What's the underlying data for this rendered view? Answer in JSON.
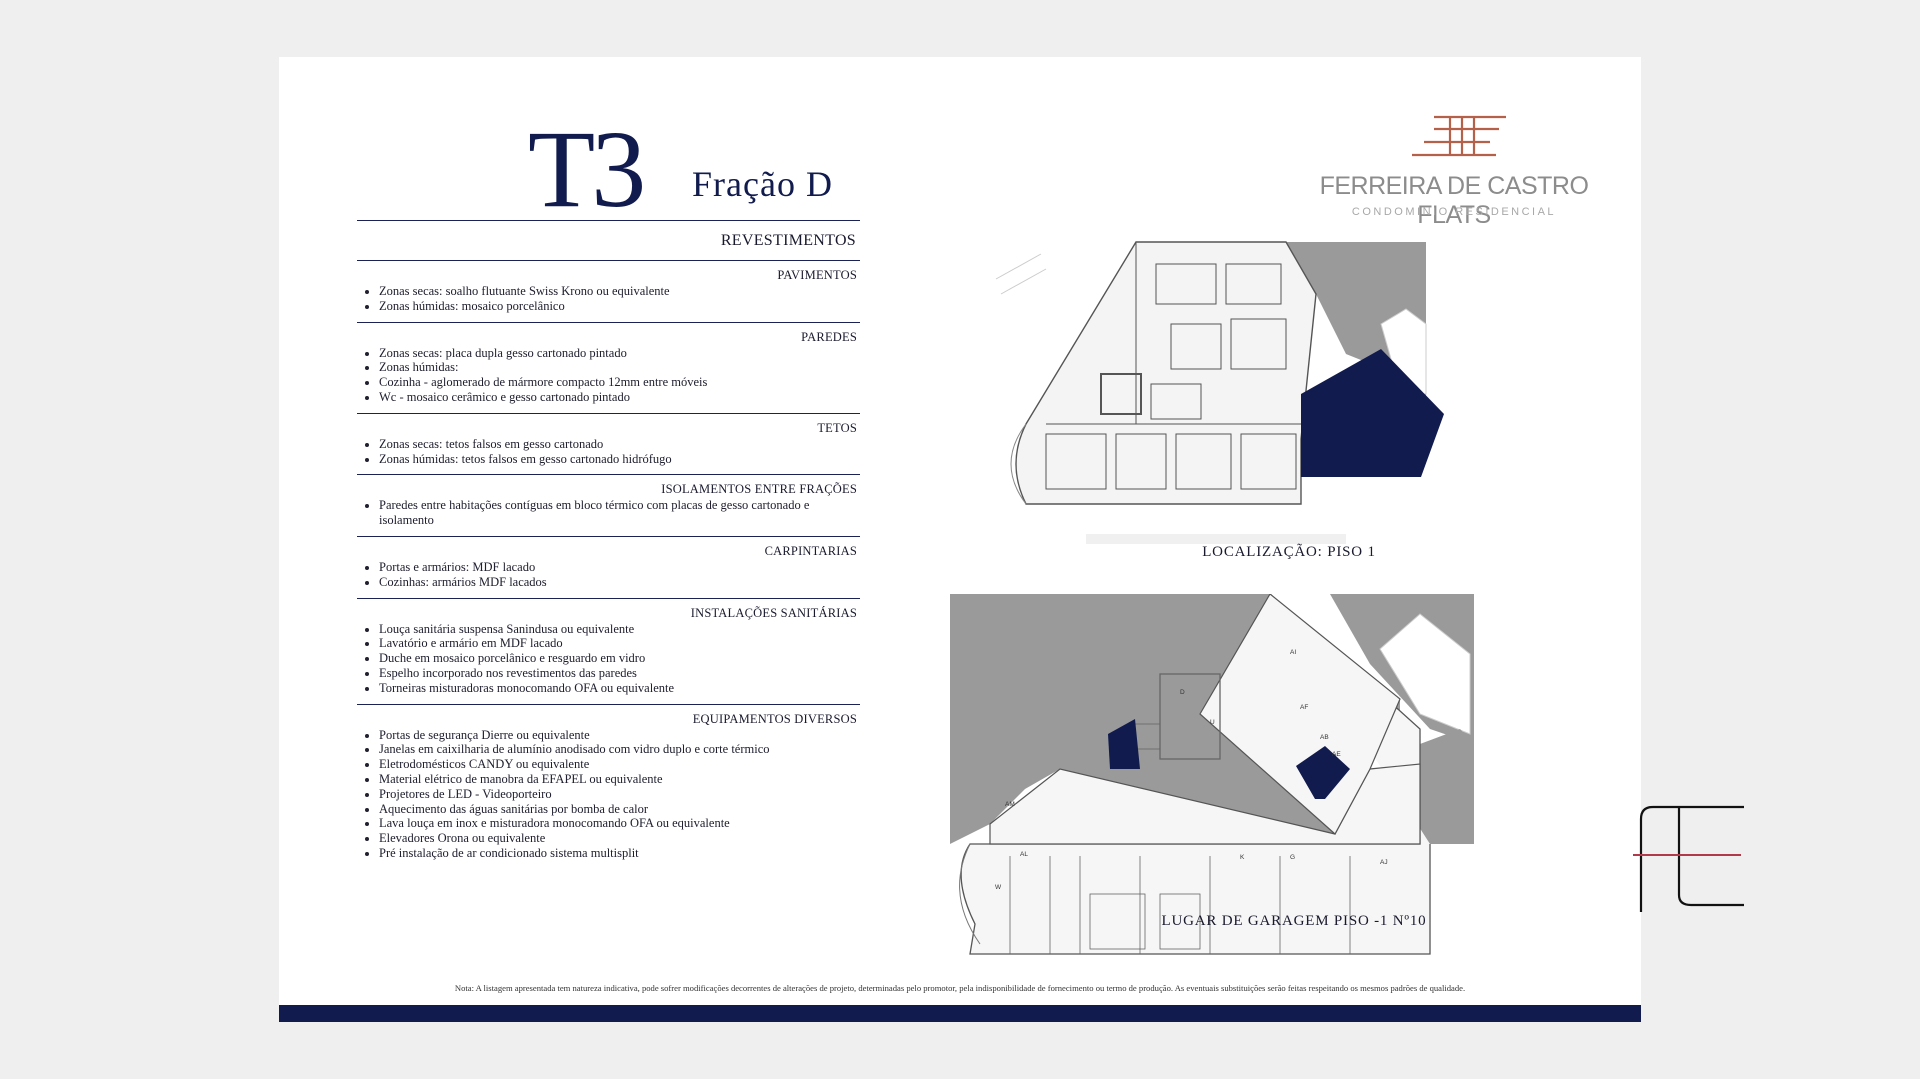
{
  "header": {
    "type_label": "T3",
    "fraction_label": "Fração D"
  },
  "brand": {
    "name": "FERREIRA DE CASTRO FLATS",
    "subtitle": "CONDOMINIO RESIDENCIAL"
  },
  "specs": {
    "title": "REVESTIMENTOS",
    "sections": [
      {
        "title": "PAVIMENTOS",
        "items": [
          "Zonas secas: soalho flutuante Swiss Krono ou equivalente",
          "Zonas húmidas: mosaico porcelânico"
        ]
      },
      {
        "title": "PAREDES",
        "items": [
          "Zonas secas: placa dupla gesso cartonado pintado",
          "Zonas húmidas:",
          "Cozinha - aglomerado de mármore compacto 12mm entre móveis",
          "Wc - mosaico cerâmico e gesso cartonado pintado"
        ]
      },
      {
        "title": "TETOS",
        "items": [
          "Zonas secas: tetos falsos em gesso cartonado",
          "Zonas húmidas: tetos falsos em gesso cartonado hidrófugo"
        ]
      },
      {
        "title": "ISOLAMENTOS ENTRE FRAÇÕES",
        "items": [
          "Paredes entre habitações contíguas em bloco térmico com placas de gesso cartonado e isolamento"
        ]
      },
      {
        "title": "CARPINTARIAS",
        "items": [
          "Portas e armários: MDF lacado",
          "Cozinhas: armários MDF lacados"
        ]
      },
      {
        "title": "INSTALAÇÕES SANITÁRIAS",
        "items": [
          "Louça sanitária suspensa Sanindusa ou equivalente",
          "Lavatório e armário em MDF lacado",
          "Duche em mosaico porcelânico e resguardo em vidro",
          "Espelho incorporado nos revestimentos das paredes",
          "Torneiras misturadoras monocomando OFA ou equivalente"
        ]
      },
      {
        "title": "EQUIPAMENTOS DIVERSOS",
        "items": [
          "Portas de segurança Dierre ou equivalente",
          "Janelas em caixilharia de alumínio anodisado com vidro duplo e corte térmico",
          "Eletrodomésticos CANDY ou equivalente",
          "Material elétrico de manobra da EFAPEL ou equivalente",
          "Projetores de LED - Videoporteiro",
          "Aquecimento das águas sanitárias por bomba de calor",
          "Lava louça em inox e misturadora monocomando OFA ou equivalente",
          "Elevadores Orona ou equivalente",
          "Pré instalação de ar condicionado sistema multisplit"
        ]
      }
    ]
  },
  "plans": {
    "location_caption": "LOCALIZAÇÃO: PISO 1",
    "garage_caption": "LUGAR DE GARAGEM PISO -1 Nº10",
    "garage_labels": [
      "AI",
      "AF",
      "AB",
      "AE",
      "AJ",
      "AL",
      "W",
      "AM",
      "D",
      "G",
      "K",
      "U"
    ]
  },
  "footer_note": "Nota: A listagem apresentada tem natureza indicativa, pode sofrer modificações decorrentes de alterações de projeto, determinadas pelo promotor, pela indisponibilidade de fornecimento ou termo de produção. As eventuais substituições serão feitas respeitando os mesmos padrões de qualidade.",
  "colors": {
    "navy": "#111b4d",
    "brand_copper": "#b5614a",
    "plan_gray": "#9a9a9a",
    "background": "#efefef"
  }
}
